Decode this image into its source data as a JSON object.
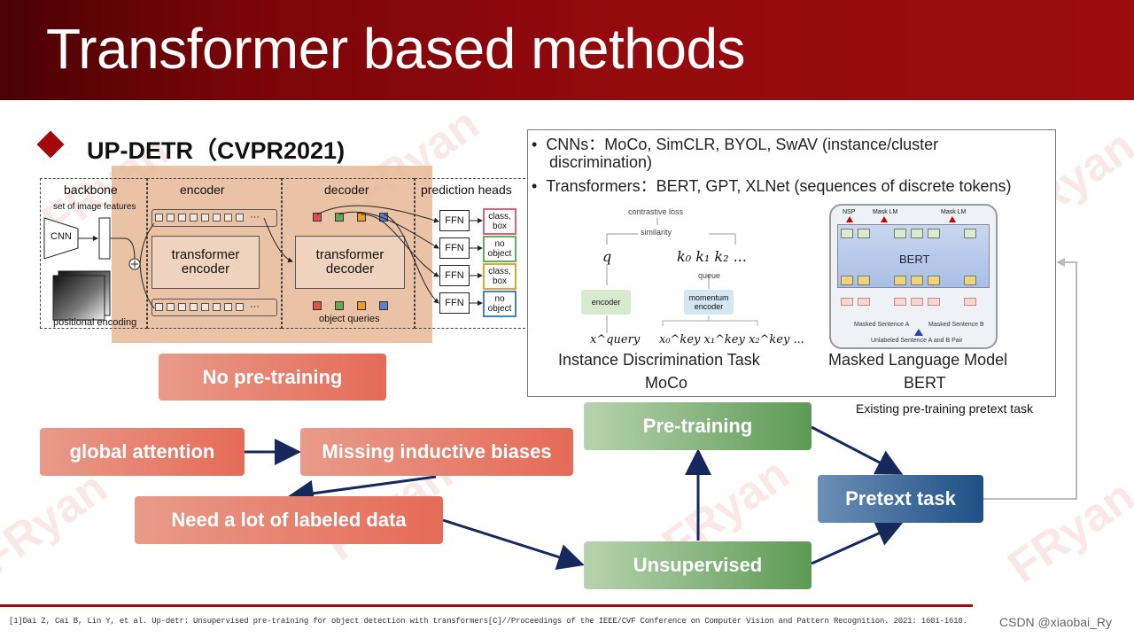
{
  "slide": {
    "title": "Transformer based methods",
    "subtitle": "UP-DETR（CVPR2021)",
    "footnote": "[1]Dai Z, Cai B, Lin Y, et al. Up-detr: Unsupervised pre-training for object detection with transformers[C]//Proceedings of the IEEE/CVF Conference on Computer Vision and Pattern Recognition. 2021: 1601-1610.",
    "credit": "CSDN @xiaobai_Ry",
    "watermark": "FRyan",
    "accent_color": "#a3080b"
  },
  "detr_figure": {
    "backbone": "backbone",
    "set_of_features": "set of image features",
    "cnn": "CNN",
    "positional_encoding": "positional encoding",
    "encoder": "encoder",
    "transformer_encoder": "transformer encoder",
    "decoder": "decoder",
    "transformer_decoder": "transformer decoder",
    "object_queries": "object queries",
    "prediction_heads": "prediction heads",
    "ffn": "FFN",
    "ellipsis": "···",
    "predictions": [
      {
        "label": "class, box",
        "color": "#e0607a"
      },
      {
        "label": "no object",
        "color": "#5fb25f"
      },
      {
        "label": "class, box",
        "color": "#e5a62a"
      },
      {
        "label": "no object",
        "color": "#3b86c8"
      }
    ],
    "query_colors": [
      "#d9534f",
      "#6aa84f",
      "#e69f2a",
      "#5b7fc9"
    ]
  },
  "panel": {
    "bullet1": "CNNs：MoCo, SimCLR, BYOL, SwAV (instance/cluster discrimination)",
    "bullet2": "Transformers：BERT, GPT, XLNet (sequences of discrete tokens)",
    "moco": {
      "contrastive_loss": "contrastive loss",
      "similarity": "similarity",
      "q": "q",
      "keys": "k₀ k₁ k₂ ...",
      "queue": "queue",
      "encoder": "encoder",
      "momentum_encoder": "momentum encoder",
      "x_query": "x^query",
      "x_keys": "x₀^key x₁^key x₂^key ...",
      "task": "Instance Discrimination Task",
      "name": "MoCo"
    },
    "bert": {
      "nsp": "NSP",
      "mask_lm_1": "Mask LM",
      "mask_lm_2": "Mask LM",
      "bert_label": "BERT",
      "masked_sentence_a": "Masked Sentence A",
      "masked_sentence_b": "Masked Sentence B",
      "unlabeled": "Unlabeled Sentence A and B Pair",
      "task": "Masked Language Model",
      "name": "BERT"
    },
    "caption": "Existing pre-training pretext task"
  },
  "flow": {
    "no_pretraining": "No pre-training",
    "global_attention": "global attention",
    "missing_biases": "Missing inductive biases",
    "need_data": "Need a lot of labeled data",
    "pretraining": "Pre-training",
    "unsupervised": "Unsupervised",
    "pretext_task": "Pretext task",
    "arrow_color": "#17295c"
  }
}
